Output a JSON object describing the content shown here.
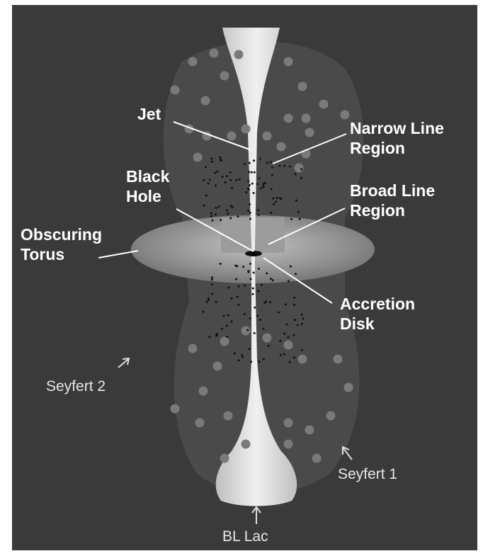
{
  "labels": {
    "jet": "Jet",
    "narrow_line_region": [
      "Narrow Line",
      "Region"
    ],
    "black_hole": [
      "Black",
      "Hole"
    ],
    "broad_line_region": [
      "Broad Line",
      "Region"
    ],
    "obscuring_torus": [
      "Obscuring",
      "Torus"
    ],
    "accretion_disk": [
      "Accretion",
      "Disk"
    ]
  },
  "viewing_angles": {
    "seyfert_2": "Seyfert 2",
    "seyfert_1": "Seyfert 1",
    "bl_lac": "BL Lac"
  },
  "colors": {
    "background": "#3a3a3a",
    "nlr_cloud": "#777777",
    "jet": "#d9d9d9",
    "torus": "#8a8a8a",
    "dots": "#111111",
    "label": "#ffffff"
  }
}
